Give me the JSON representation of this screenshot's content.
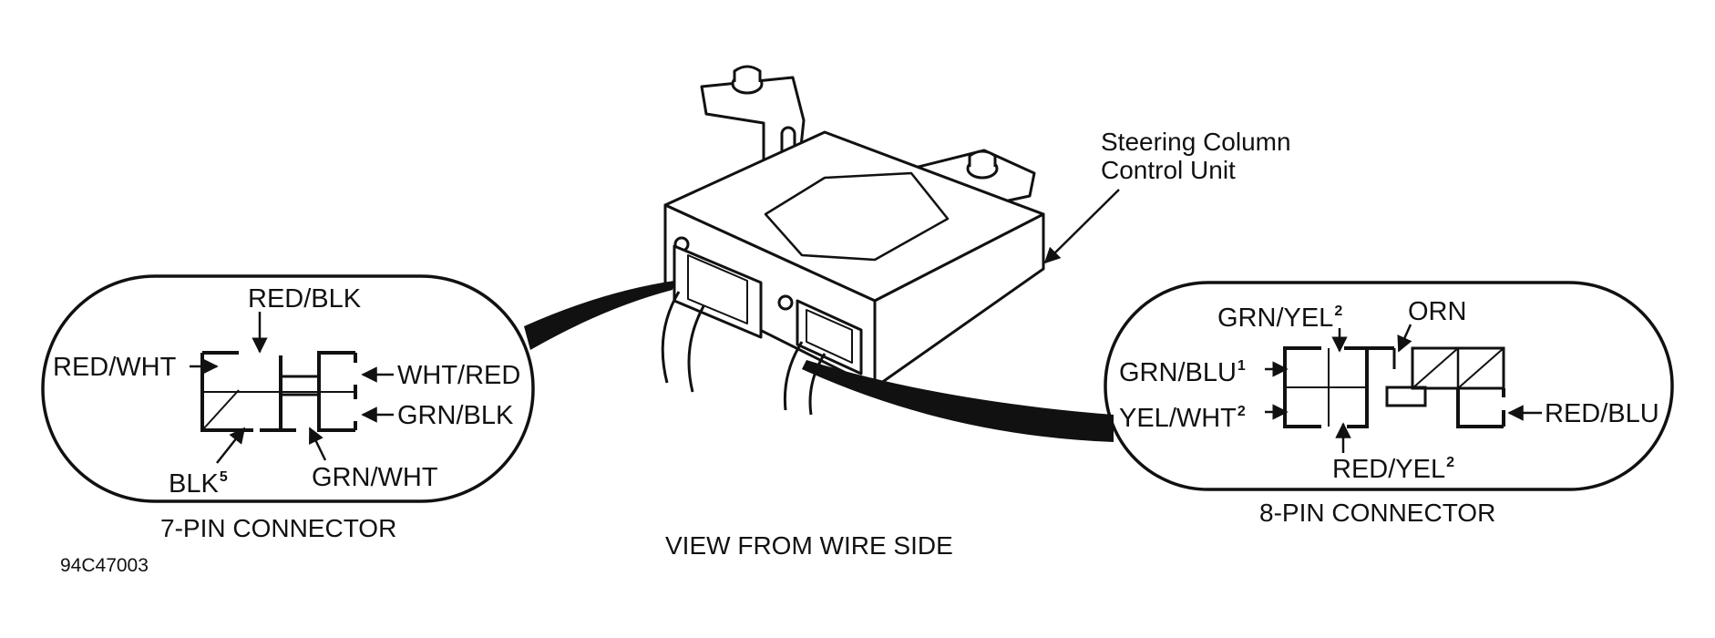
{
  "unit": {
    "label_line1": "Steering Column",
    "label_line2": "Control Unit"
  },
  "connector7": {
    "caption": "7-PIN CONNECTOR",
    "wires": {
      "red_blk": "RED/BLK",
      "red_wht": "RED/WHT",
      "wht_red": "WHT/RED",
      "grn_blk": "GRN/BLK",
      "blk": "BLK",
      "blk_note": "5",
      "grn_wht": "GRN/WHT"
    }
  },
  "connector8": {
    "caption": "8-PIN CONNECTOR",
    "wires": {
      "grn_yel": "GRN/YEL",
      "grn_yel_note": "2",
      "orn": "ORN",
      "grn_blu": "GRN/BLU",
      "grn_blu_note": "1",
      "yel_wht": "YEL/WHT",
      "yel_wht_note": "2",
      "red_blu": "RED/BLU",
      "red_yel": "RED/YEL",
      "red_yel_note": "2"
    }
  },
  "view_caption": "VIEW FROM WIRE SIDE",
  "figure_code": "94C47003",
  "colors": {
    "ink": "#111111",
    "paper": "#ffffff"
  }
}
